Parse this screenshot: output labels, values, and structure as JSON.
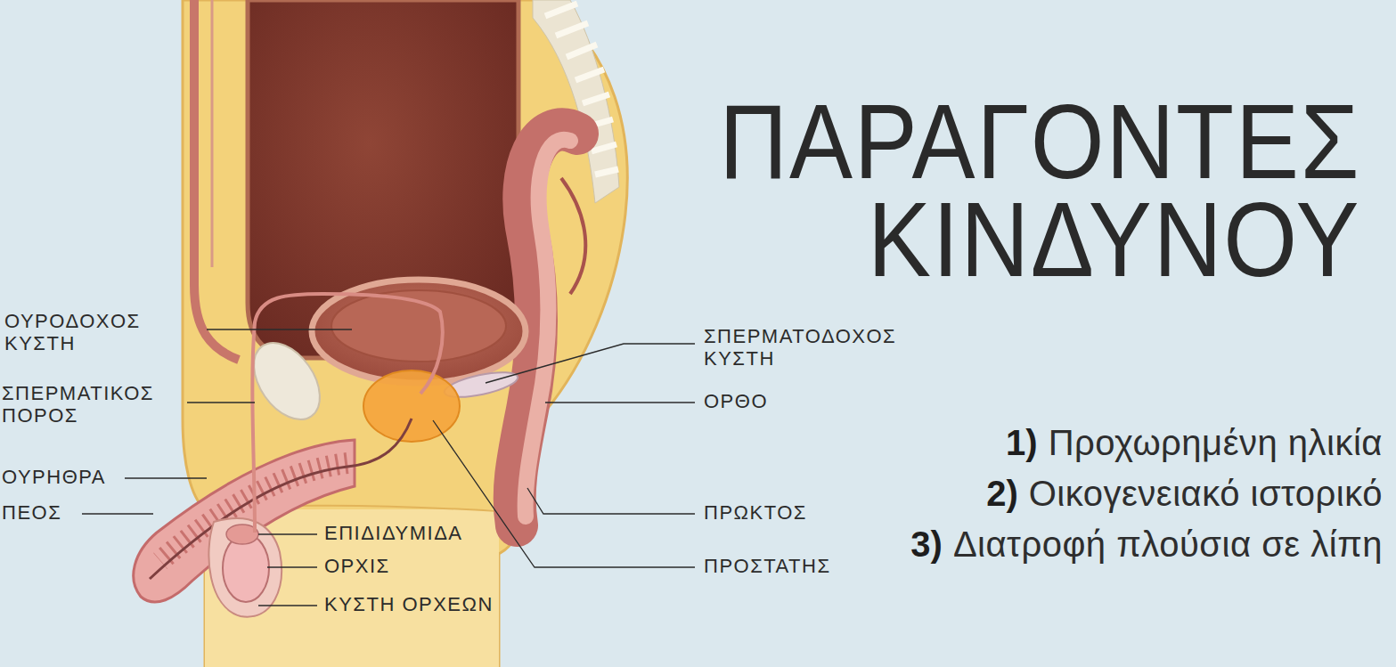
{
  "diagram": {
    "title": "ΠΑΡΑΓΟΝΤΕΣ ΚΙΝΔΥΝΟΥ",
    "labels": [
      "ΟΥΡΟΔΟΧΟΣ ΚΥΣΤΗ",
      "ΣΠΕΡΜΑΤΙΚΟΣ ΠΟΡΟΣ",
      "ΟΥΡΗΘΡΑ",
      "ΠΕΟΣ",
      "ΕΠΙΔΙΔΥΜΙΔΑ",
      "ΟΡΧΙΣ",
      "ΚΥΣΤΗ ΟΡΧΕΩΝ",
      "ΣΠΕΡΜΑΤΟΔΟΧΟΣ ΚΥΣΤΗ",
      "ΟΡΘΟ",
      "ΠΡΩΚΤΟΣ",
      "ΠΡΟΣΤΑΤΗΣ",
      "1)",
      "Προχωρημένη ηλικία",
      "2)",
      "Οικογενειακό ιστορικό",
      "3)",
      "Διατροφή πλούσια σε λίπη"
    ]
  }
}
